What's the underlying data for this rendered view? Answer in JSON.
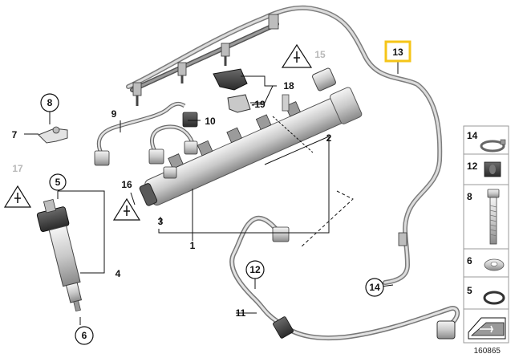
{
  "callouts": {
    "c1": "1",
    "c2": "2",
    "c3": "3",
    "c4": "4",
    "c5": "5",
    "c6": "6",
    "c7": "7",
    "c8": "8",
    "c9": "9",
    "c10": "10",
    "c11": "11",
    "c12": "12",
    "c13": "13",
    "c14": "14",
    "c15": "15",
    "c16": "16",
    "c17": "17",
    "c18": "18",
    "c19": "-19"
  },
  "legend": {
    "items": [
      {
        "num": "14",
        "icon": "hose-clamp-icon"
      },
      {
        "num": "12",
        "icon": "grommet-icon"
      },
      {
        "num": "8",
        "icon": "bolt-icon"
      },
      {
        "num": "6",
        "icon": "washer-icon"
      },
      {
        "num": "5",
        "icon": "o-ring-icon"
      },
      {
        "num": "",
        "icon": "part-group-arrow-icon"
      }
    ]
  },
  "diagram_id": "160865",
  "colors": {
    "highlight": "#f5c518",
    "part_gray": "#bdbdbd",
    "line": "#111111",
    "faded": "#b8b8b8"
  }
}
